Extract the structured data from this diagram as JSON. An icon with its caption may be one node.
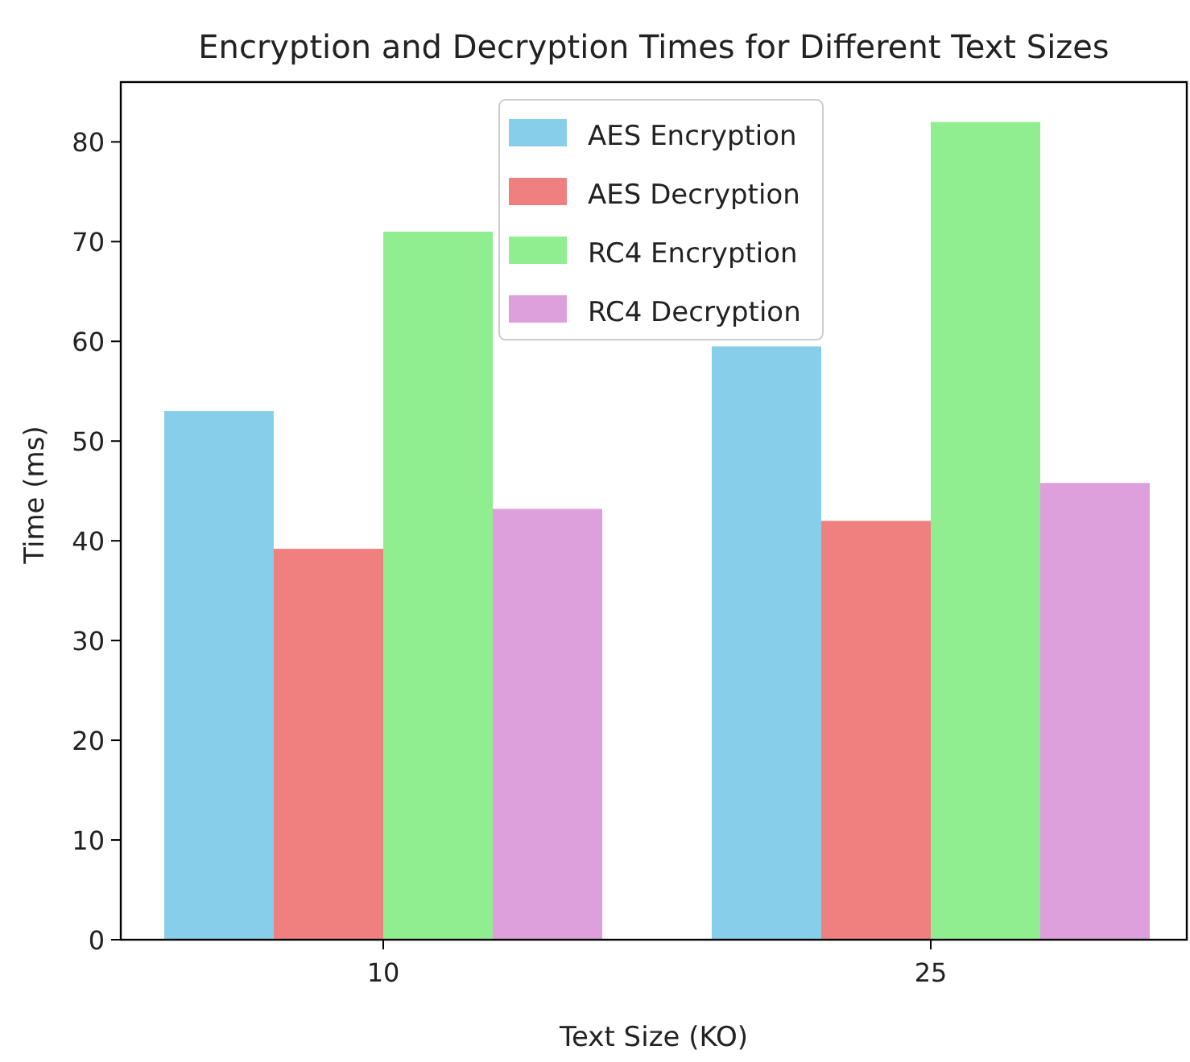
{
  "diagram": {
    "chart_data": {
      "type": "bar",
      "title": "Encryption and Decryption Times for Different Text Sizes",
      "xlabel": "Text Size (KO)",
      "ylabel": "Time (ms)",
      "categories": [
        "10",
        "25"
      ],
      "series": [
        {
          "name": "AES Encryption",
          "color": "#87ceeb",
          "values": [
            53,
            59.5
          ]
        },
        {
          "name": "AES Decryption",
          "color": "#f08080",
          "values": [
            39.2,
            42
          ]
        },
        {
          "name": "RC4 Encryption",
          "color": "#90ee90",
          "values": [
            71,
            82
          ]
        },
        {
          "name": "RC4 Decryption",
          "color": "#dda0dd",
          "values": [
            43.2,
            45.8
          ]
        }
      ],
      "legend": true,
      "ylim": [
        0,
        86
      ],
      "yticks": [
        0,
        10,
        20,
        30,
        40,
        50,
        60,
        70,
        80
      ]
    }
  }
}
